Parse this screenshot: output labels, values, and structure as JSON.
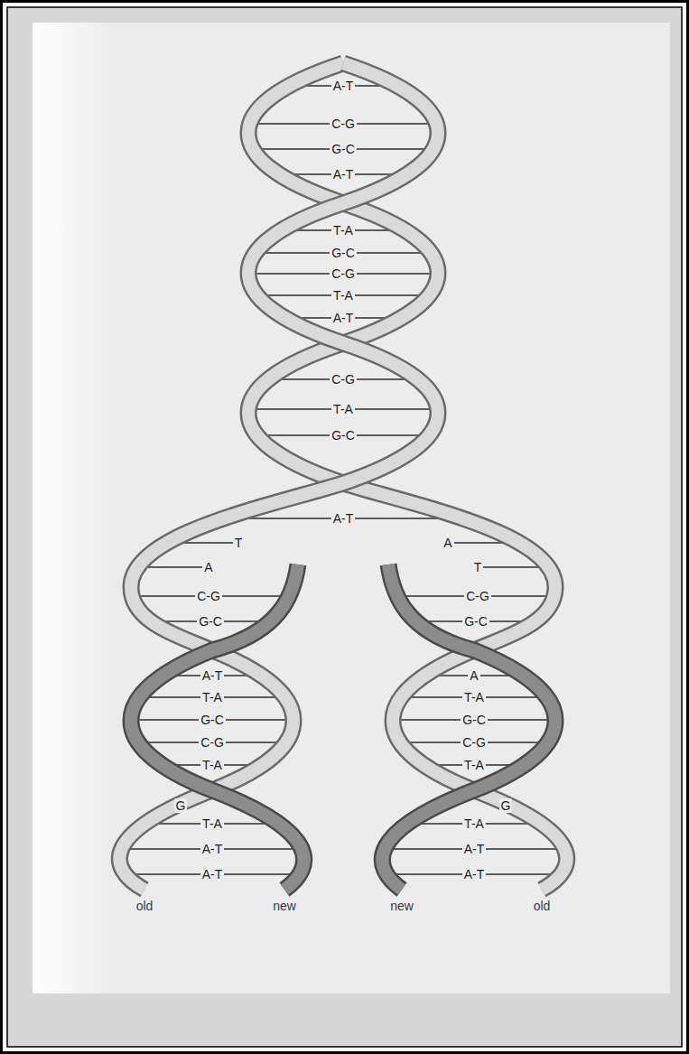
{
  "diagram": {
    "labels": [
      "A-T",
      "C-G",
      "G-C",
      "A-T",
      "T-A",
      "G-C",
      "C-G",
      "T-A",
      "A-T",
      "C-G",
      "T-A",
      "G-C",
      "A-T",
      "T",
      "A",
      "A",
      "T",
      "C-G",
      "C-G",
      "G-C",
      "G-C",
      "A-T",
      "A",
      "T-A",
      "T-A",
      "G-C",
      "G-C",
      "C-G",
      "C-G",
      "T-A",
      "T-A",
      "G",
      "G",
      "T-A",
      "T-A",
      "A-T",
      "A-T",
      "A-T",
      "A-T",
      "old",
      "new",
      "new",
      "old"
    ]
  }
}
